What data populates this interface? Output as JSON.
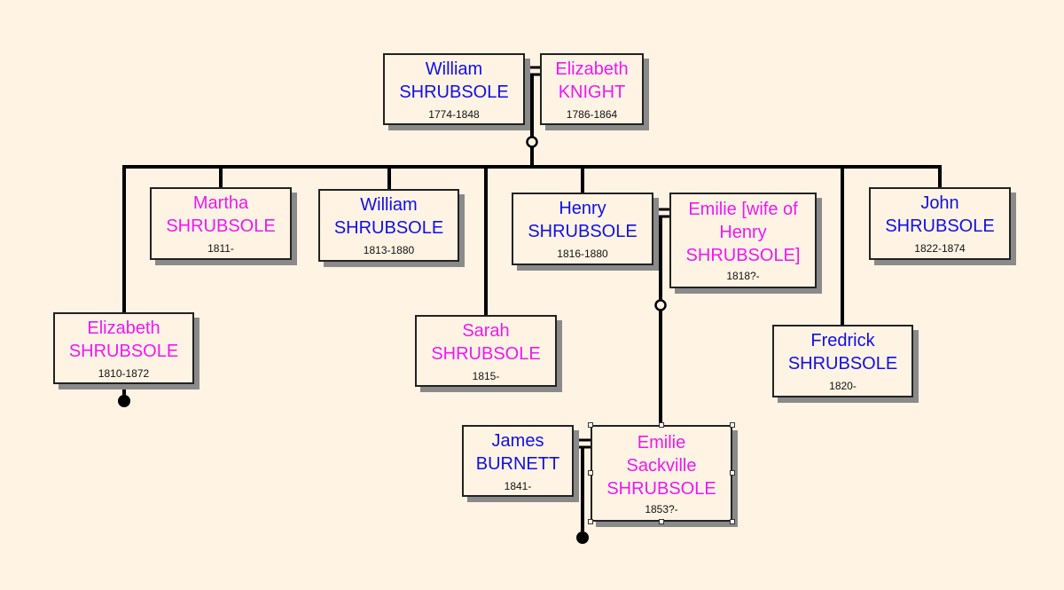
{
  "persons": {
    "william_sr": {
      "first": "William",
      "last": "SHRUBSOLE",
      "dates": "1774-1848",
      "gender": "male"
    },
    "elizabeth_knight": {
      "first": "Elizabeth",
      "last": "KNIGHT",
      "dates": "1786-1864",
      "gender": "female"
    },
    "elizabeth": {
      "first": "Elizabeth",
      "last": "SHRUBSOLE",
      "dates": "1810-1872",
      "gender": "female"
    },
    "martha": {
      "first": "Martha",
      "last": "SHRUBSOLE",
      "dates": "1811-",
      "gender": "female"
    },
    "william_jr": {
      "first": "William",
      "last": "SHRUBSOLE",
      "dates": "1813-1880",
      "gender": "male"
    },
    "sarah": {
      "first": "Sarah",
      "last": "SHRUBSOLE",
      "dates": "1815-",
      "gender": "female"
    },
    "henry": {
      "first": "Henry",
      "last": "SHRUBSOLE",
      "dates": "1816-1880",
      "gender": "male"
    },
    "emilie_wife": {
      "first": "Emilie [wife of",
      "middle": "Henry",
      "last": "SHRUBSOLE]",
      "dates": "1818?-",
      "gender": "female"
    },
    "fredrick": {
      "first": "Fredrick",
      "last": "SHRUBSOLE",
      "dates": "1820-",
      "gender": "male"
    },
    "john": {
      "first": "John",
      "last": "SHRUBSOLE",
      "dates": "1822-1874",
      "gender": "male"
    },
    "james": {
      "first": "James",
      "last": "BURNETT",
      "dates": "1841-",
      "gender": "male"
    },
    "emilie_s": {
      "first": "Emilie",
      "middle": "Sackville",
      "last": "SHRUBSOLE",
      "dates": "1853?-",
      "gender": "female"
    }
  },
  "colors": {
    "male": "#1010e6",
    "female": "#f018f0",
    "line": "#000000",
    "shadow": "#8a8a8a",
    "background": "#fff3e3"
  }
}
